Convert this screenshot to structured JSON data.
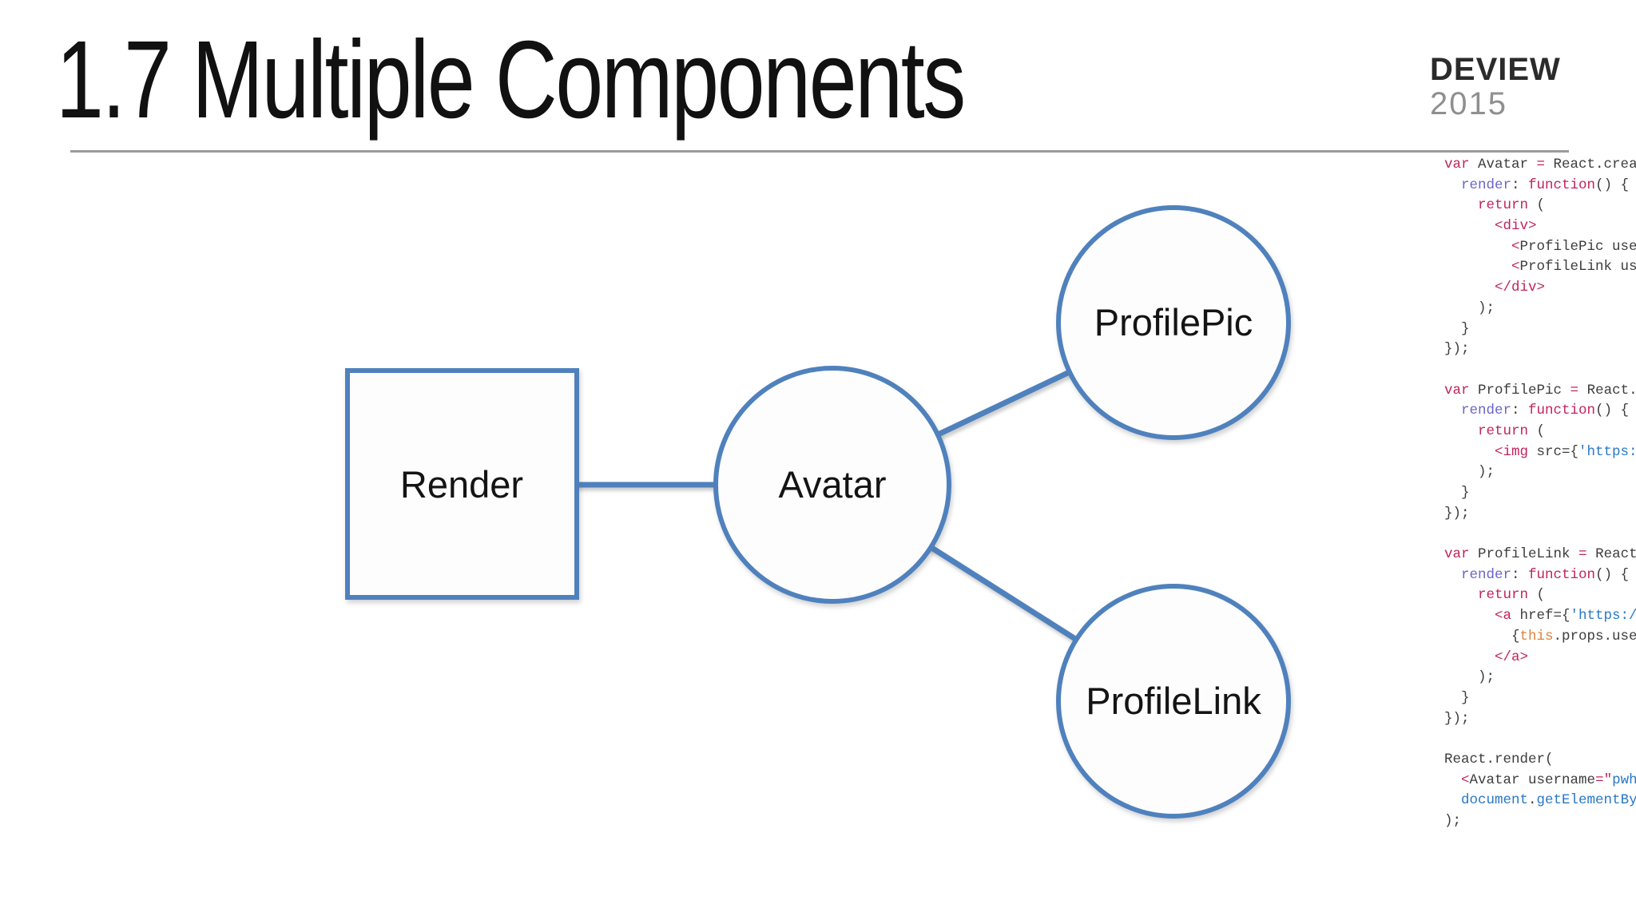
{
  "slide": {
    "title": "1.7 Multiple Components",
    "logo_line1": "DEVIEW",
    "logo_line2": "2015"
  },
  "diagram": {
    "accent_color": "#4f81bd",
    "nodes": {
      "render": "Render",
      "avatar": "Avatar",
      "profilepic": "ProfilePic",
      "profilelink": "ProfileLink"
    },
    "edges": [
      "render-avatar",
      "avatar-profilepic",
      "avatar-profilelink"
    ]
  },
  "code": {
    "syntax_colors": {
      "keyword": "#c0245e",
      "property": "#6a64c8",
      "string": "#2878c8",
      "this": "#e0823c",
      "default": "#3d3d3d"
    },
    "lines": [
      [
        [
          "k",
          "var"
        ],
        [
          "d",
          " Avatar "
        ],
        [
          "k",
          "="
        ],
        [
          "d",
          " React.creat"
        ]
      ],
      [
        [
          "d",
          "  "
        ],
        [
          "p",
          "render"
        ],
        [
          "d",
          ": "
        ],
        [
          "k",
          "function"
        ],
        [
          "d",
          "() {"
        ]
      ],
      [
        [
          "d",
          "    "
        ],
        [
          "k",
          "return"
        ],
        [
          "d",
          " ("
        ]
      ],
      [
        [
          "d",
          "      "
        ],
        [
          "k",
          "<div>"
        ]
      ],
      [
        [
          "d",
          "        "
        ],
        [
          "k",
          "<"
        ],
        [
          "d",
          "ProfilePic user"
        ]
      ],
      [
        [
          "d",
          "        "
        ],
        [
          "k",
          "<"
        ],
        [
          "d",
          "ProfileLink use"
        ]
      ],
      [
        [
          "d",
          "      "
        ],
        [
          "k",
          "</div>"
        ]
      ],
      [
        [
          "d",
          "    );"
        ]
      ],
      [
        [
          "d",
          "  }"
        ]
      ],
      [
        [
          "d",
          "});"
        ]
      ],
      [],
      [
        [
          "k",
          "var"
        ],
        [
          "d",
          " ProfilePic "
        ],
        [
          "k",
          "="
        ],
        [
          "d",
          " React.c"
        ]
      ],
      [
        [
          "d",
          "  "
        ],
        [
          "p",
          "render"
        ],
        [
          "d",
          ": "
        ],
        [
          "k",
          "function"
        ],
        [
          "d",
          "() {"
        ]
      ],
      [
        [
          "d",
          "    "
        ],
        [
          "k",
          "return"
        ],
        [
          "d",
          " ("
        ]
      ],
      [
        [
          "d",
          "      "
        ],
        [
          "k",
          "<img"
        ],
        [
          "d",
          " src={"
        ],
        [
          "s",
          "'https:/"
        ]
      ],
      [
        [
          "d",
          "    );"
        ]
      ],
      [
        [
          "d",
          "  }"
        ]
      ],
      [
        [
          "d",
          "});"
        ]
      ],
      [],
      [
        [
          "k",
          "var"
        ],
        [
          "d",
          " ProfileLink "
        ],
        [
          "k",
          "="
        ],
        [
          "d",
          " React."
        ]
      ],
      [
        [
          "d",
          "  "
        ],
        [
          "p",
          "render"
        ],
        [
          "d",
          ": "
        ],
        [
          "k",
          "function"
        ],
        [
          "d",
          "() {"
        ]
      ],
      [
        [
          "d",
          "    "
        ],
        [
          "k",
          "return"
        ],
        [
          "d",
          " ("
        ]
      ],
      [
        [
          "d",
          "      "
        ],
        [
          "k",
          "<a"
        ],
        [
          "d",
          " href={"
        ],
        [
          "s",
          "'https://"
        ]
      ],
      [
        [
          "d",
          "        {"
        ],
        [
          "o",
          "this"
        ],
        [
          "d",
          ".props.user"
        ]
      ],
      [
        [
          "d",
          "      "
        ],
        [
          "k",
          "</a>"
        ]
      ],
      [
        [
          "d",
          "    );"
        ]
      ],
      [
        [
          "d",
          "  }"
        ]
      ],
      [
        [
          "d",
          "});"
        ]
      ],
      [],
      [
        [
          "d",
          "React.render("
        ]
      ],
      [
        [
          "d",
          "  "
        ],
        [
          "k",
          "<"
        ],
        [
          "d",
          "Avatar username"
        ],
        [
          "k",
          "=\""
        ],
        [
          "s",
          "pwh"
        ],
        [
          "k",
          "\""
        ]
      ],
      [
        [
          "d",
          "  "
        ],
        [
          "s",
          "document"
        ],
        [
          "d",
          "."
        ],
        [
          "s",
          "getElementByI"
        ]
      ],
      [
        [
          "d",
          ");"
        ]
      ]
    ]
  }
}
